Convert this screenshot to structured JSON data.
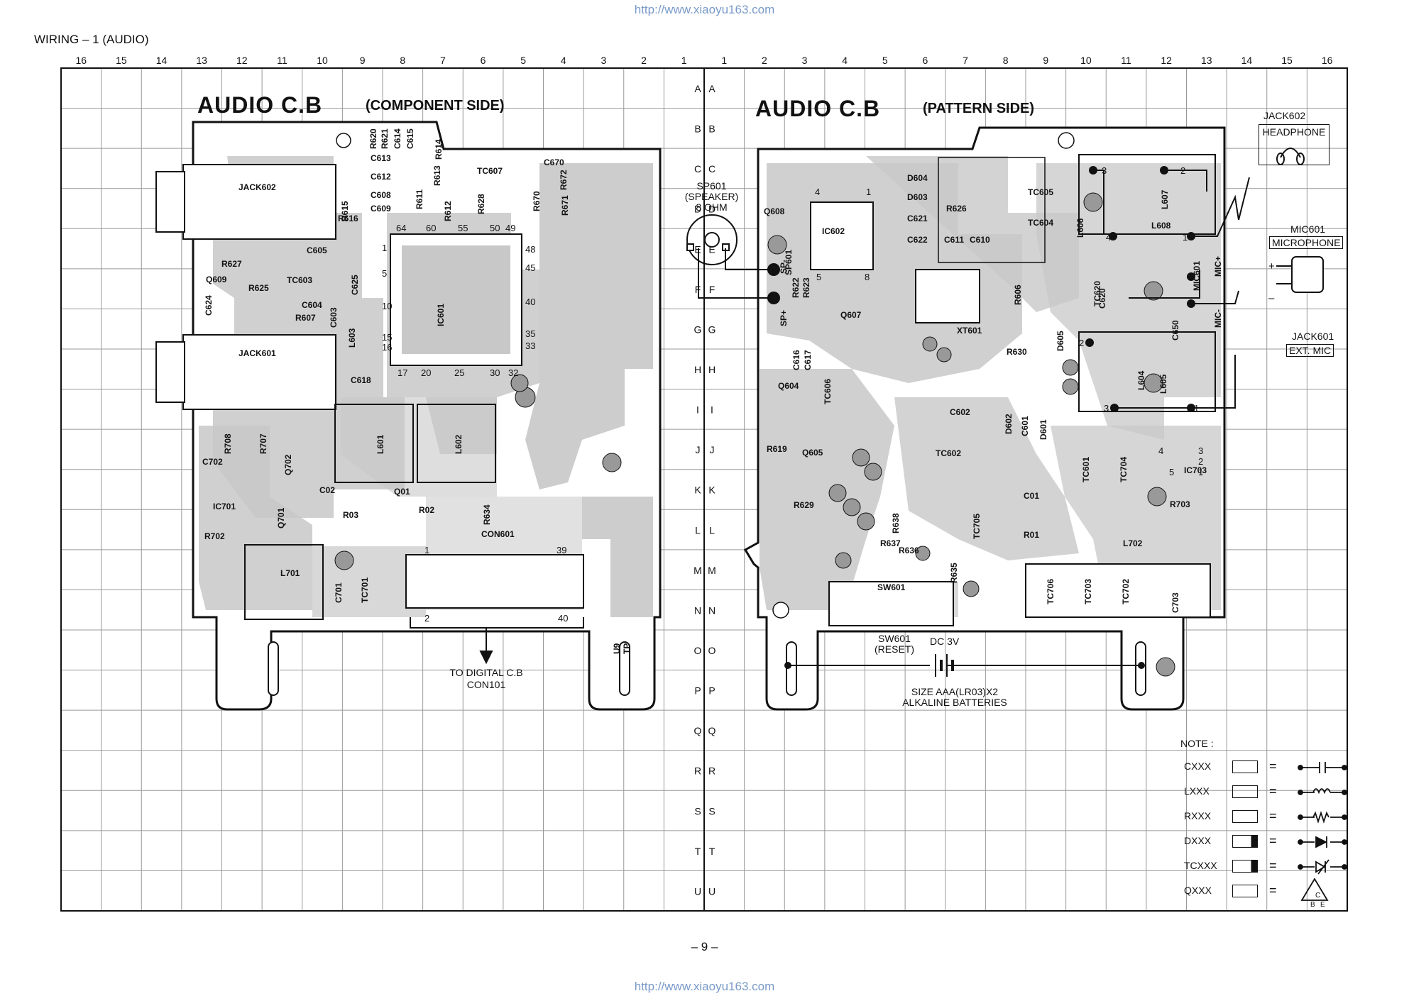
{
  "top_url": "http://www.xiaoyu163.com",
  "bottom_url": "http://www.xiaoyu163.com",
  "header_title": "WIRING – 1 (AUDIO)",
  "page_number": "– 9 –",
  "col_numbers_left": [
    "16",
    "15",
    "14",
    "13",
    "12",
    "11",
    "10",
    "9",
    "8",
    "7",
    "6",
    "5",
    "4",
    "3",
    "2",
    "1"
  ],
  "col_numbers_right": [
    "1",
    "2",
    "3",
    "4",
    "5",
    "6",
    "7",
    "8",
    "9",
    "10",
    "11",
    "12",
    "13",
    "14",
    "15",
    "16"
  ],
  "row_letters": [
    "A",
    "B",
    "C",
    "D",
    "E",
    "F",
    "G",
    "H",
    "I",
    "J",
    "K",
    "L",
    "M",
    "N",
    "O",
    "P",
    "Q",
    "R",
    "S",
    "T",
    "U"
  ],
  "left_board": {
    "title": "AUDIO C.B",
    "subtitle": "(COMPONENT SIDE)",
    "labels": [
      "JACK602",
      "JACK601",
      "IC601",
      "IC701",
      "L601",
      "L602",
      "L701",
      "Q609",
      "Q702",
      "Q701",
      "Q01",
      "TC603",
      "TC607",
      "TC701",
      "C701",
      "C702",
      "C618",
      "C605",
      "C604",
      "C603",
      "C624",
      "C625",
      "C613",
      "C612",
      "C608",
      "C609",
      "C670",
      "C02",
      "R627",
      "R625",
      "R607",
      "R616",
      "R615",
      "R611",
      "R612",
      "R613",
      "R614",
      "R628",
      "R670",
      "R671",
      "R672",
      "R620",
      "R621",
      "C614",
      "C615",
      "R708",
      "R707",
      "R702",
      "R03",
      "R02",
      "R634",
      "CON601",
      "L603"
    ],
    "pin_numbers": [
      "64",
      "60",
      "55",
      "50",
      "49",
      "48",
      "45",
      "40",
      "35",
      "33",
      "32",
      "30",
      "25",
      "20",
      "17",
      "16",
      "15",
      "10",
      "5",
      "1"
    ],
    "con_pins": [
      "1",
      "39",
      "2",
      "40"
    ],
    "tp": "TP",
    "u9": "U9",
    "to_digital": "TO DIGITAL C.B",
    "con101": "CON101"
  },
  "right_board": {
    "title": "AUDIO C.B",
    "subtitle": "(PATTERN SIDE)",
    "labels": [
      "IC602",
      "Q608",
      "Q607",
      "Q604",
      "Q605",
      "D604",
      "D603",
      "D605",
      "D602",
      "D601",
      "C621",
      "C622",
      "C611",
      "C610",
      "C602",
      "C601",
      "C620",
      "C650",
      "C616",
      "C617",
      "C01",
      "C703",
      "TC605",
      "TC604",
      "TC620",
      "TC606",
      "TC602",
      "TC601",
      "TC704",
      "TC705",
      "TC706",
      "TC703",
      "TC702",
      "IC703",
      "XT601",
      "L606",
      "L607",
      "L608",
      "L604",
      "L605",
      "L702",
      "R626",
      "R606",
      "R630",
      "R622",
      "R623",
      "R619",
      "R629",
      "R637",
      "R636",
      "R638",
      "R635",
      "R703",
      "R01",
      "SW601",
      "MIC601",
      "SP601",
      "SP+",
      "SP-",
      "MIC+",
      "MIC-"
    ],
    "sp601_lines": [
      "SP601",
      "(SPEAKER)",
      "8 OHM"
    ],
    "jack602": "JACK602",
    "headphone": "HEADPHONE",
    "mic601": "MIC601",
    "microphone": "MICROPHONE",
    "jack601": "JACK601",
    "ext_mic": "EXT. MIC",
    "sw601": "SW601",
    "reset": "(RESET)",
    "dc": "DC 3V",
    "battery_1": "SIZE AAA(LR03)X2",
    "battery_2": "ALKALINE  BATTERIES"
  },
  "note": {
    "title": "NOTE :",
    "items": [
      "CXXX",
      "LXXX",
      "RXXX",
      "DXXX",
      "TCXXX",
      "QXXX"
    ],
    "symbol_names": [
      "capacitor-symbol",
      "inductor-symbol",
      "resistor-symbol",
      "diode-symbol",
      "varicap-symbol",
      "transistor-symbol"
    ]
  },
  "colors": {
    "copper": "#c8c8c8",
    "grid": "#999999",
    "ink": "#111111",
    "watermark": "#e3e3e3"
  }
}
